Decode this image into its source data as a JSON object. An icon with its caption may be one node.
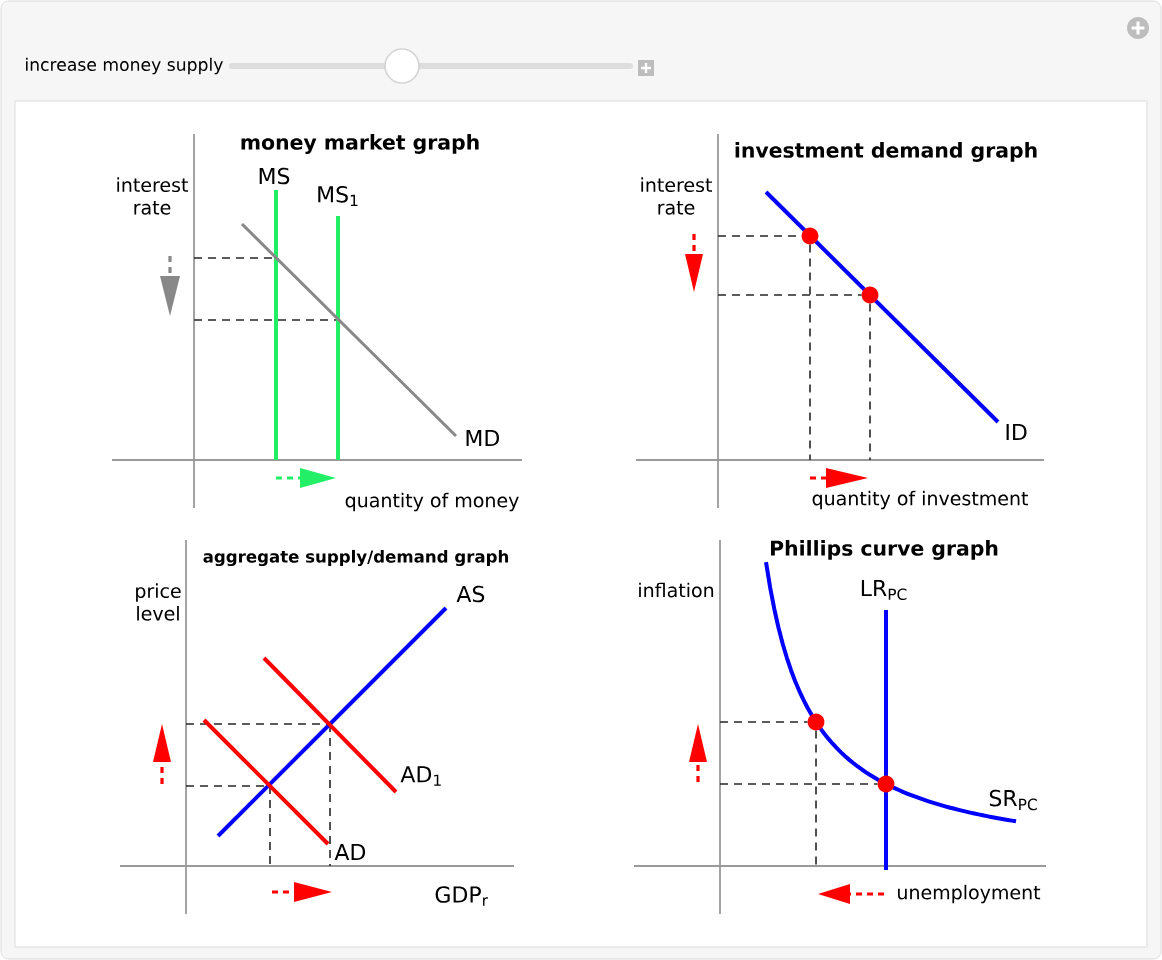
{
  "diagram": {
    "labels": [
      "increase money supply",
      "money market graph",
      "interest rate",
      "MS",
      "MS$_{1}$",
      "MD",
      "quantity of money",
      "investment demand graph",
      "interest rate",
      "ID",
      "quantity of investment",
      "aggregate supply/demand graph",
      "price level",
      "AS",
      "AD$_{1}$",
      "AD",
      "GDP$_{r}$",
      "Phillips curve graph",
      "inflation",
      "LR$_{PC}$",
      "SR$_{PC}$",
      "unemployment"
    ]
  }
}
